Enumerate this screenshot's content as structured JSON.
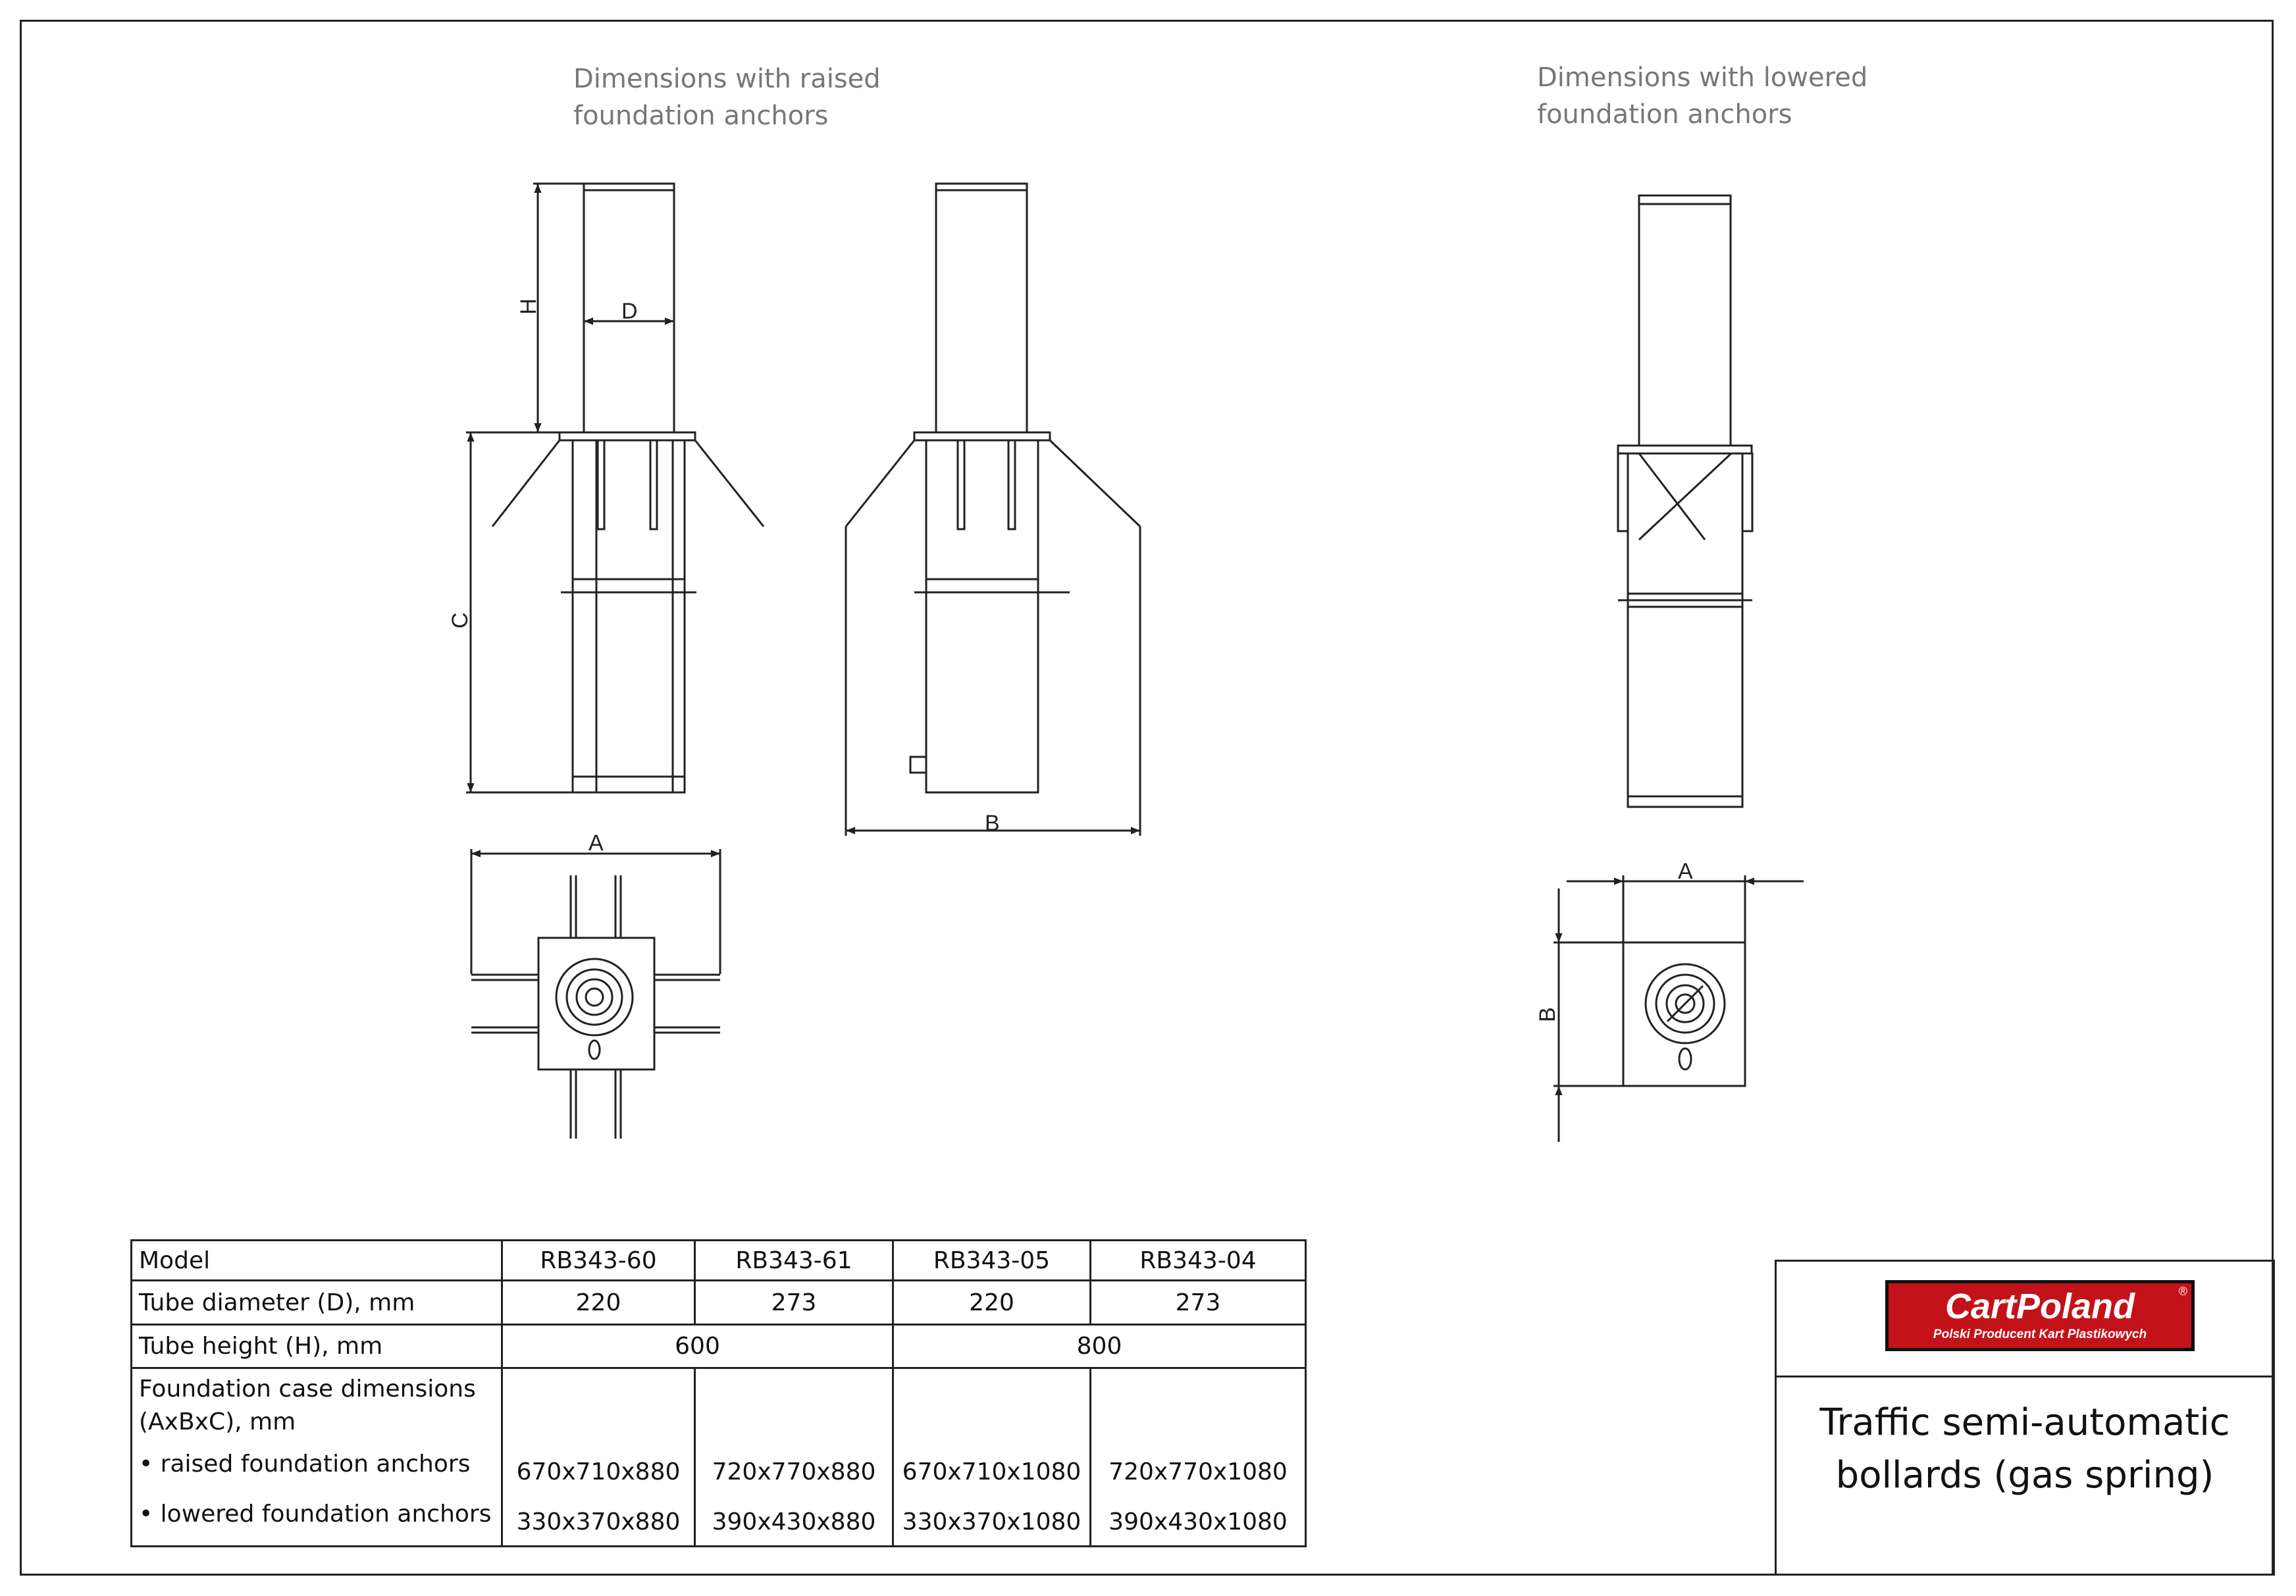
{
  "captions": {
    "raised": "Dimensions with raised\nfoundation anchors",
    "lowered": "Dimensions with lowered\nfoundation anchors"
  },
  "dimension_labels": {
    "H": "H",
    "D": "D",
    "C": "C",
    "B": "B",
    "A": "A",
    "A_lowered": "A",
    "B_lowered": "B"
  },
  "table": {
    "header": {
      "label": "Model",
      "models": [
        "RB343-60",
        "RB343-61",
        "RB343-05",
        "RB343-04"
      ]
    },
    "diameter": {
      "label": "Tube diameter (D), mm",
      "values": [
        "220",
        "273",
        "220",
        "273"
      ]
    },
    "height": {
      "label": "Tube height (H), mm",
      "values": [
        "600",
        "800"
      ]
    },
    "foundation": {
      "label": "Foundation case dimensions\n(AxBxC), mm",
      "raised_label": "• raised foundation anchors",
      "lowered_label": "• lowered foundation anchors",
      "raised_values": [
        "670x710x880",
        "720x770x880",
        "670x710x1080",
        "720x770x1080"
      ],
      "lowered_values": [
        "330x370x880",
        "390x430x880",
        "330x370x1080",
        "390x430x1080"
      ]
    }
  },
  "title_block": {
    "logo_main": "CartPoland",
    "logo_sub": "Polski Producent Kart Plastikowych",
    "logo_reg": "®",
    "title": "Traffic semi-automatic\nbollards (gas spring)"
  }
}
